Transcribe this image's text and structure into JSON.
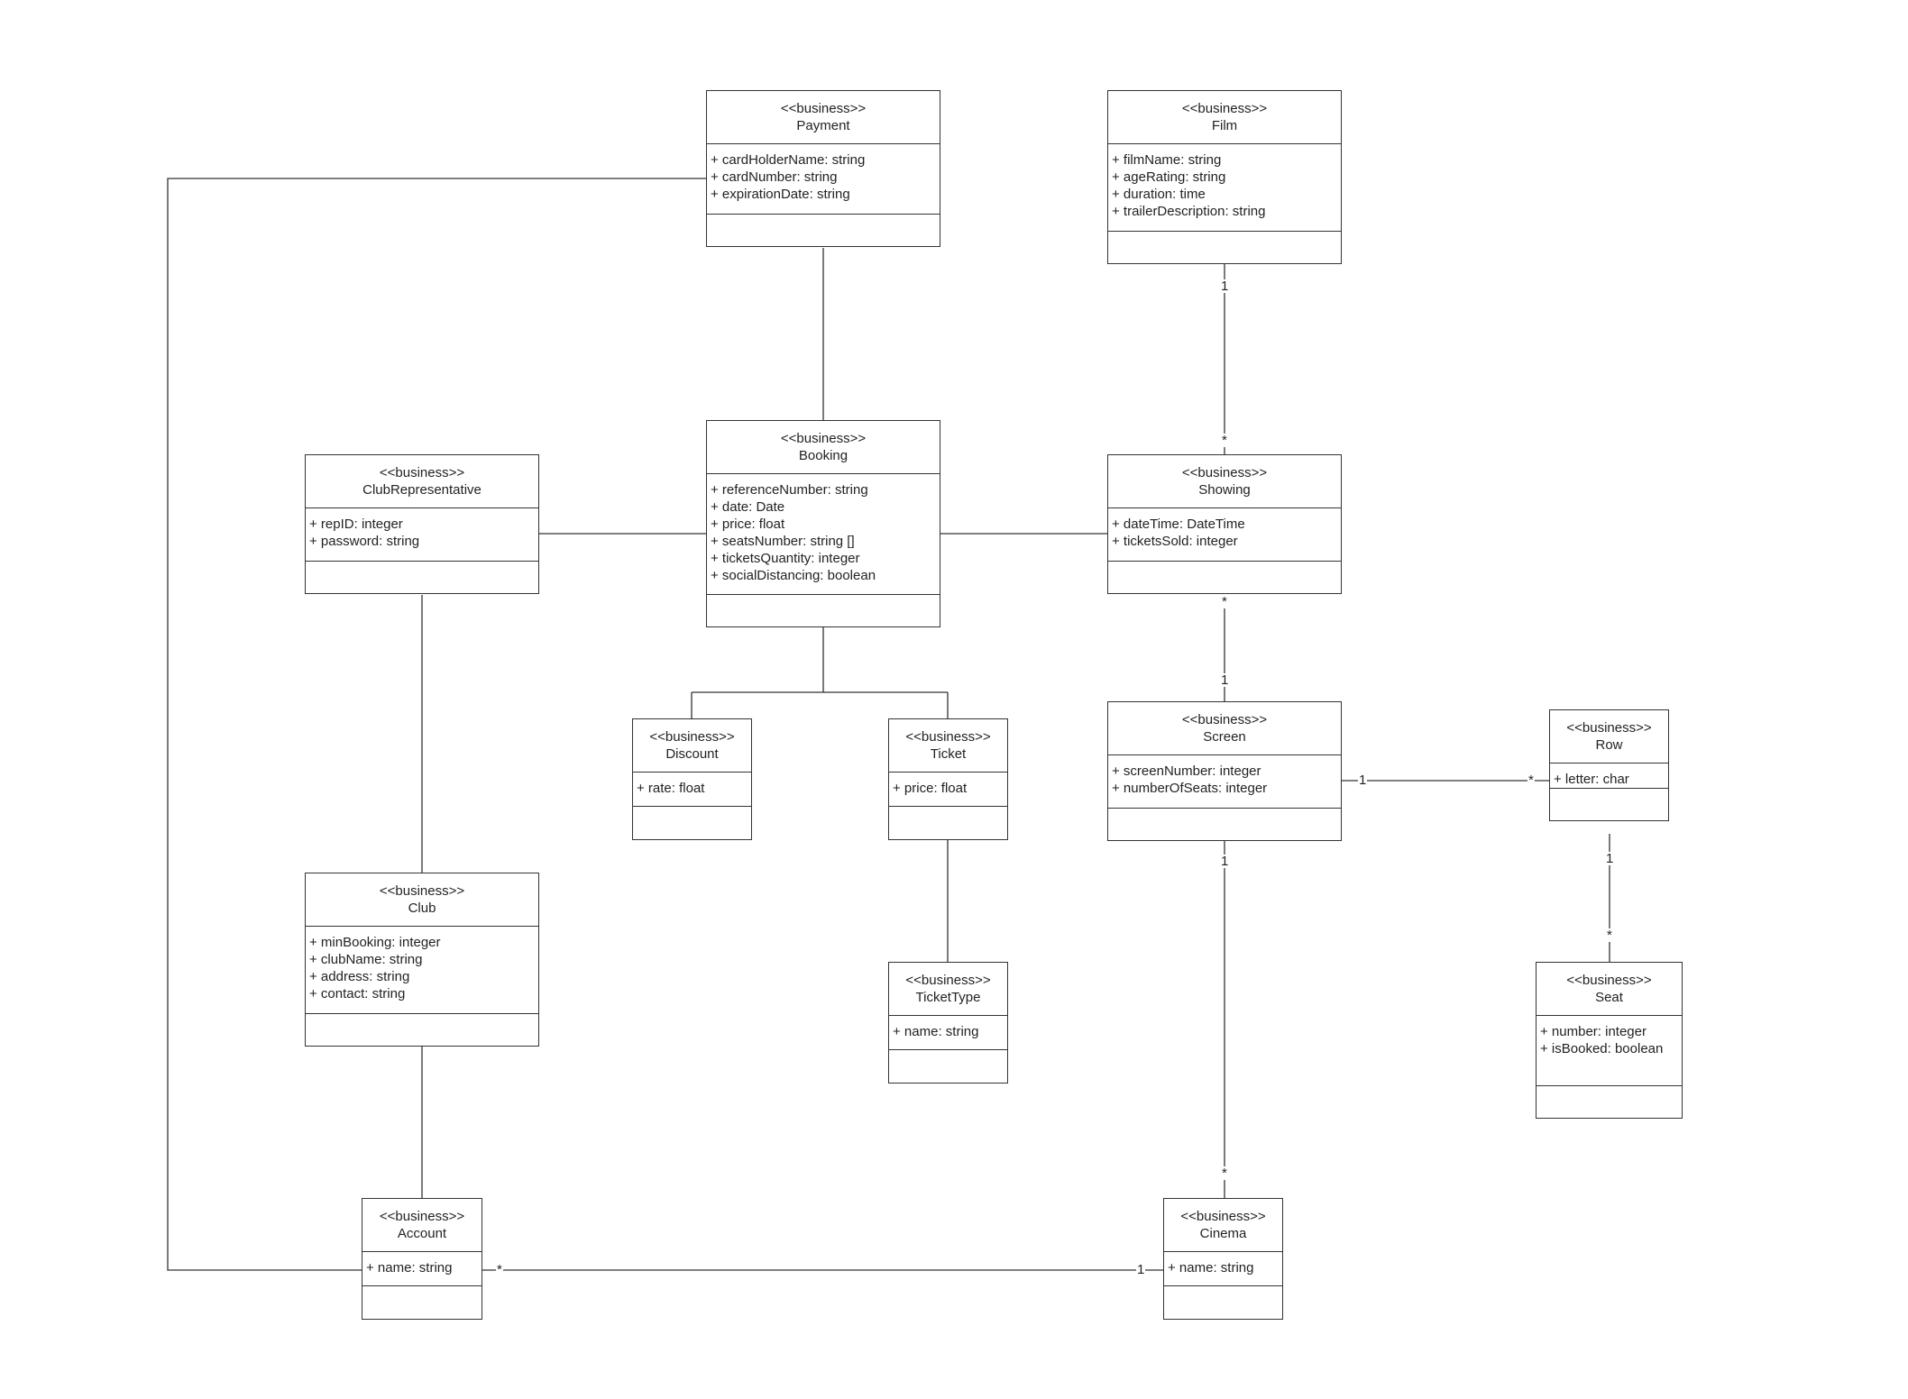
{
  "classes": {
    "payment": {
      "stereotype": "<<business>>",
      "name": "Payment",
      "attributes": [
        "+ cardHolderName: string",
        "+ cardNumber: string",
        "+ expirationDate: string"
      ]
    },
    "film": {
      "stereotype": "<<business>>",
      "name": "Film",
      "attributes": [
        "+ filmName: string",
        "+ ageRating: string",
        "+ duration: time",
        "+ trailerDescription: string"
      ]
    },
    "booking": {
      "stereotype": "<<business>>",
      "name": "Booking",
      "attributes": [
        "+ referenceNumber: string",
        "+ date: Date",
        "+ price: float",
        "+ seatsNumber: string []",
        "+ ticketsQuantity: integer",
        "+ socialDistancing: boolean"
      ]
    },
    "clubrep": {
      "stereotype": "<<business>>",
      "name": "ClubRepresentative",
      "attributes": [
        "+ repID: integer",
        "+ password: string"
      ]
    },
    "showing": {
      "stereotype": "<<business>>",
      "name": "Showing",
      "attributes": [
        "+ dateTime: DateTime",
        "+ ticketsSold: integer"
      ]
    },
    "discount": {
      "stereotype": "<<business>>",
      "name": "Discount",
      "attributes": [
        "+ rate: float"
      ]
    },
    "ticket": {
      "stereotype": "<<business>>",
      "name": "Ticket",
      "attributes": [
        "+ price: float"
      ]
    },
    "screen": {
      "stereotype": "<<business>>",
      "name": "Screen",
      "attributes": [
        "+ screenNumber: integer",
        "+ numberOfSeats: integer"
      ]
    },
    "row": {
      "stereotype": "<<business>>",
      "name": "Row",
      "attributes": [
        "+ letter: char"
      ]
    },
    "club": {
      "stereotype": "<<business>>",
      "name": "Club",
      "attributes": [
        "+ minBooking: integer",
        "+ clubName: string",
        "+ address: string",
        "+ contact: string"
      ]
    },
    "tickettype": {
      "stereotype": "<<business>>",
      "name": "TicketType",
      "attributes": [
        "+ name: string"
      ]
    },
    "seat": {
      "stereotype": "<<business>>",
      "name": "Seat",
      "attributes": [
        "+ number: integer",
        "+ isBooked: boolean"
      ]
    },
    "account": {
      "stereotype": "<<business>>",
      "name": "Account",
      "attributes": [
        "+ name: string"
      ]
    },
    "cinema": {
      "stereotype": "<<business>>",
      "name": "Cinema",
      "attributes": [
        "+ name: string"
      ]
    }
  },
  "multiplicities": {
    "film_showing_film": "1",
    "film_showing_showing": "*",
    "showing_screen_showing": "*",
    "showing_screen_screen": "1",
    "screen_row_screen": "1",
    "screen_row_row": "*",
    "row_seat_row": "1",
    "row_seat_seat": "*",
    "screen_cinema_screen": "1",
    "screen_cinema_cinema": "*",
    "account_cinema_account": "*",
    "account_cinema_cinema": "1"
  },
  "colors": {
    "line": "#333333",
    "text": "#222222",
    "background": "#ffffff"
  }
}
